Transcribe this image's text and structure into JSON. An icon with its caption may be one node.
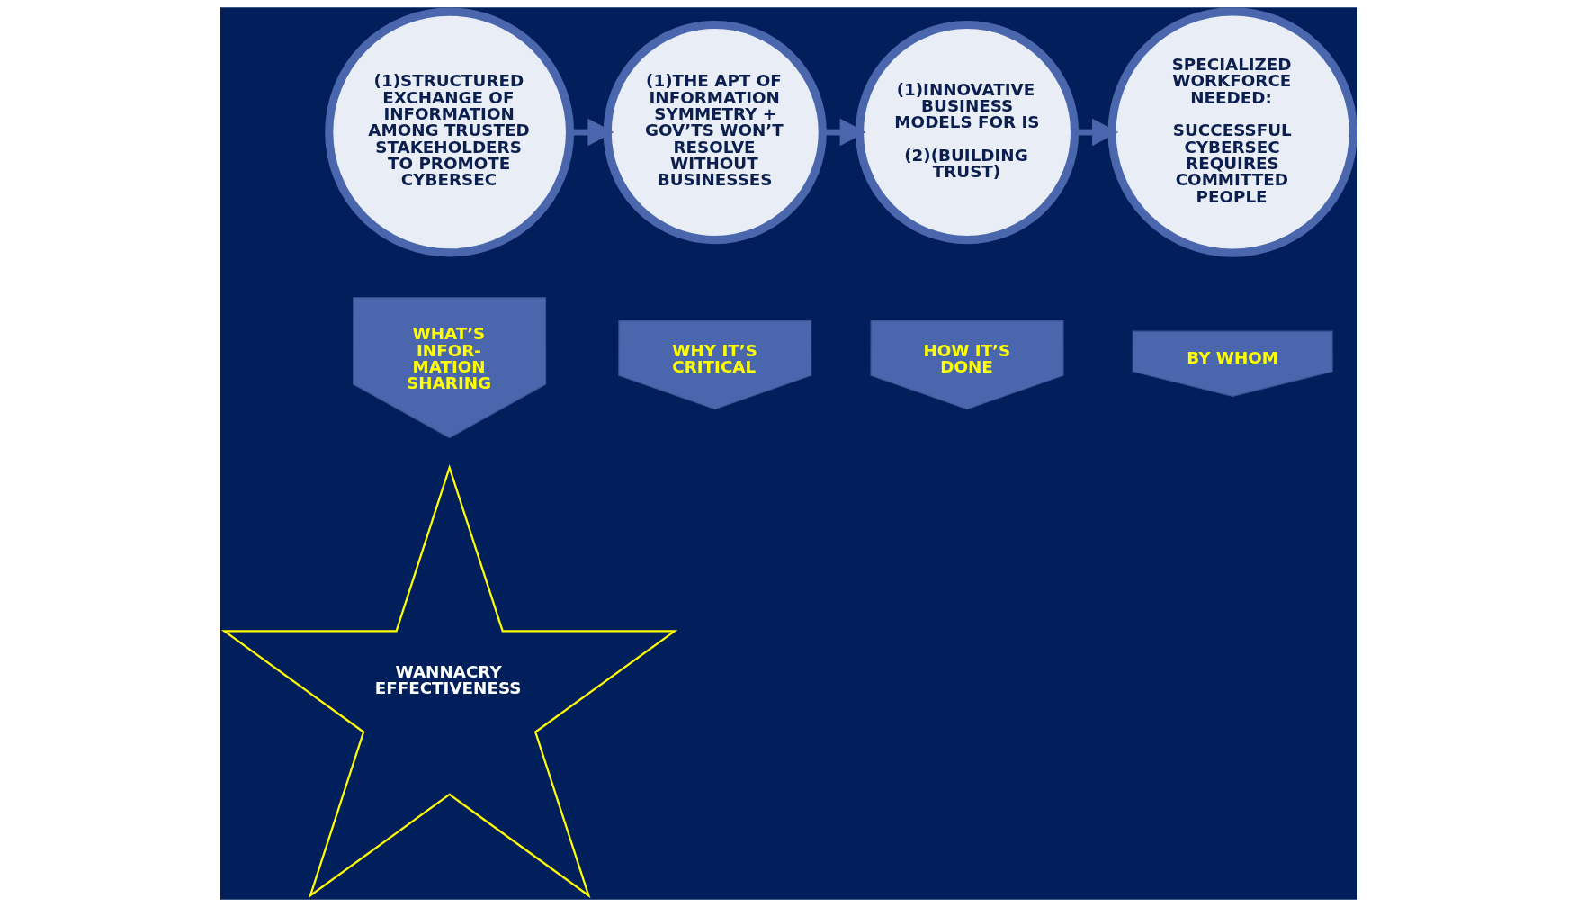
{
  "diagram": {
    "nodes": [
      {
        "text": [
          "(1)STRUCTURED EXCHANGE OF INFORMATION AMONG TRUSTED STAKEHOLDERS TO PROMOTE CYBERSEC"
        ]
      },
      {
        "text": [
          "(1)THE APT OF INFORMATION SYMMETRY + GOV’TS WON’T RESOLVE WITHOUT BUSINESSES"
        ]
      },
      {
        "text": [
          "(1)INNOVATIVE BUSINESS MODELS FOR IS",
          "(2)(BUILDING TRUST)"
        ]
      },
      {
        "text": [
          "SPECIALIZED WORKFORCE NEEDED:",
          "SUCCESSFUL CYBERSEC REQUIRES COMMITTED PEOPLE"
        ]
      },
      {
        "text": [
          "WHAT’S INFOR- MATION SHARING"
        ]
      },
      {
        "text": [
          "WHY IT’S CRITICAL"
        ]
      },
      {
        "text": [
          "HOW IT’S DONE"
        ]
      },
      {
        "text": [
          "BY WHOM"
        ]
      },
      {
        "text": [
          "WANNACRY EFFECTIVENESS"
        ]
      }
    ],
    "edges": [
      {
        "from": 0,
        "to": 1,
        "arrow": "to"
      },
      {
        "from": 1,
        "to": 2,
        "arrow": "to"
      },
      {
        "from": 2,
        "to": 3,
        "arrow": "to"
      }
    ]
  }
}
